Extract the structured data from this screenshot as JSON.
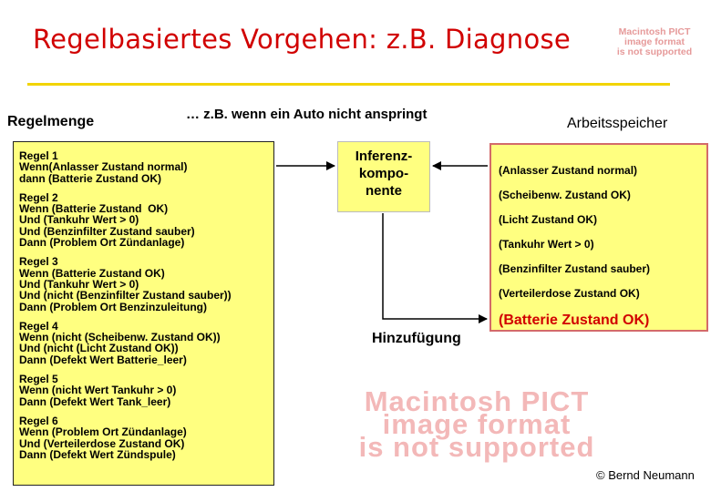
{
  "title": "Regelbasiertes Vorgehen: z.B. Diagnose",
  "pict_notice": {
    "small": [
      "Macintosh PICT",
      "image format",
      "is not supported"
    ],
    "large": [
      "Macintosh PICT",
      "image format",
      "is not supported"
    ]
  },
  "labels": {
    "regelmenge": "Regelmenge",
    "example": "… z.B. wenn ein Auto nicht anspringt",
    "arbeitsspeicher": "Arbeitsspeicher",
    "inferenz": "Inferenz-\nkompo-\nnente",
    "hinzufuegung": "Hinzufügung"
  },
  "rules": [
    "Regel 1\nWenn(Anlasser Zustand normal)\ndann (Batterie Zustand OK)",
    "Regel 2\nWenn (Batterie Zustand  OK)\nUnd (Tankuhr Wert > 0)\nUnd (Benzinfilter Zustand sauber)\nDann (Problem Ort Zündanlage)",
    "Regel 3\nWenn (Batterie Zustand OK)\nUnd (Tankuhr Wert > 0)\nUnd (nicht (Benzinfilter Zustand sauber))\nDann (Problem Ort Benzinzuleitung)",
    "Regel 4\nWenn (nicht (Scheibenw. Zustand OK))\nUnd (nicht (Licht Zustand OK))\nDann (Defekt Wert Batterie_leer)",
    "Regel 5\nWenn (nicht Wert Tankuhr > 0)\nDann (Defekt Wert Tank_leer)",
    "Regel 6\nWenn (Problem Ort Zündanlage)\nUnd (Verteilerdose Zustand OK)\nDann (Defekt Wert Zündspule)"
  ],
  "working_memory": [
    "(Anlasser Zustand normal)",
    "(Scheibenw. Zustand OK)",
    "(Licht Zustand OK)",
    "(Tankuhr Wert > 0)",
    "(Benzinfilter Zustand sauber)",
    "(Verteilerdose Zustand OK)",
    "(Batterie Zustand OK)"
  ],
  "credit": "© Bernd Neumann",
  "colors": {
    "title": "#d10000",
    "box_fill": "#ffff80",
    "rule_line": "#f2d400",
    "highlight": "#d10000",
    "pict_text": "#f3b8b8"
  }
}
